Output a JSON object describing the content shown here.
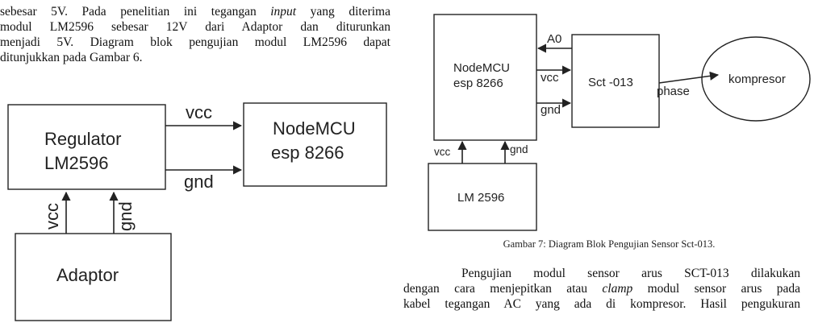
{
  "text_left": {
    "line1_pre": "sebesar 5V. Pada penelitian ini tegangan ",
    "line1_italic": "input",
    "line1_post": " yang diterima",
    "line2": "modul LM2596 sebesar 12V dari Adaptor dan diturunkan",
    "line3": "menjadi 5V. Diagram blok pengujian modul LM2596 dapat",
    "line4": "ditunjukkan pada Gambar 6."
  },
  "diagram_left": {
    "regulator_line1": "Regulator",
    "regulator_line2": "LM2596",
    "nodemcu_line1": "NodeMCU",
    "nodemcu_line2": "esp 8266",
    "adaptor": "Adaptor",
    "vcc_top": "vcc",
    "gnd_top": "gnd",
    "vcc_vertical": "vcc",
    "gnd_vertical": "gnd"
  },
  "diagram_right": {
    "nodemcu_line1": "NodeMCU",
    "nodemcu_line2": "esp 8266",
    "sct": "Sct -013",
    "kompresor": "kompresor",
    "lm": "LM 2596",
    "a0": "A0",
    "vcc_mid": "vcc",
    "gnd_mid": "gnd",
    "phase": "phase",
    "vcc_bottom": "vcc",
    "gnd_bottom": "gnd"
  },
  "caption": "Gambar 7: Diagram Blok Pengujian Sensor Sct-013.",
  "text_right": {
    "line1": "Pengujian modul sensor arus SCT-013 dilakukan",
    "line2_pre": "dengan cara menjepitkan atau ",
    "line2_italic": "clamp",
    "line2_post": " modul sensor arus pada",
    "line3": "kabel tegangan AC yang ada di kompresor. Hasil pengukuran"
  }
}
